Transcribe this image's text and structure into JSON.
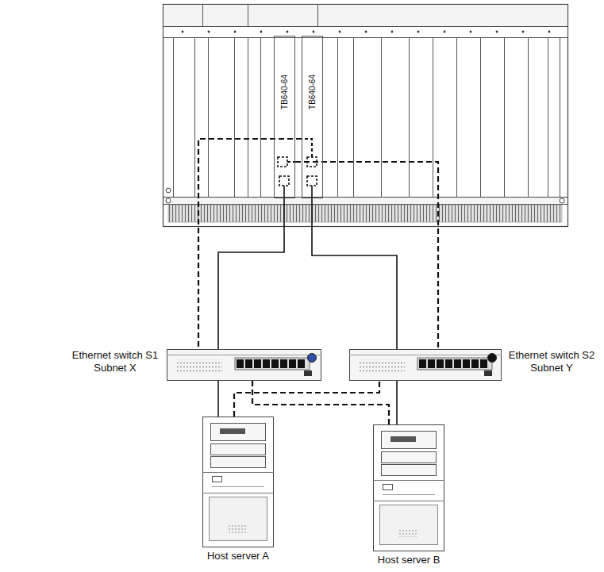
{
  "diagram": {
    "nodes": [
      {
        "text": [
          "TB640-64"
        ]
      },
      {
        "text": [
          "TB640-64"
        ]
      },
      {
        "text": [
          "Ethernet switch S1 Subnet X"
        ]
      },
      {
        "text": [
          "Ethernet switch S2 Subnet Y"
        ]
      },
      {
        "text": [
          "Host server A"
        ]
      },
      {
        "text": [
          "Host server B"
        ]
      }
    ],
    "edges": [
      {
        "from": 0,
        "to": 2,
        "arrow": "none"
      },
      {
        "from": 1,
        "to": 3,
        "arrow": "none"
      },
      {
        "from": 0,
        "to": 3,
        "arrow": "none"
      },
      {
        "from": 1,
        "to": 2,
        "arrow": "none"
      },
      {
        "from": 2,
        "to": 4,
        "arrow": "none"
      },
      {
        "from": 3,
        "to": 5,
        "arrow": "none"
      },
      {
        "from": 4,
        "to": 3,
        "arrow": "none"
      },
      {
        "from": 5,
        "to": 2,
        "arrow": "none"
      }
    ]
  }
}
